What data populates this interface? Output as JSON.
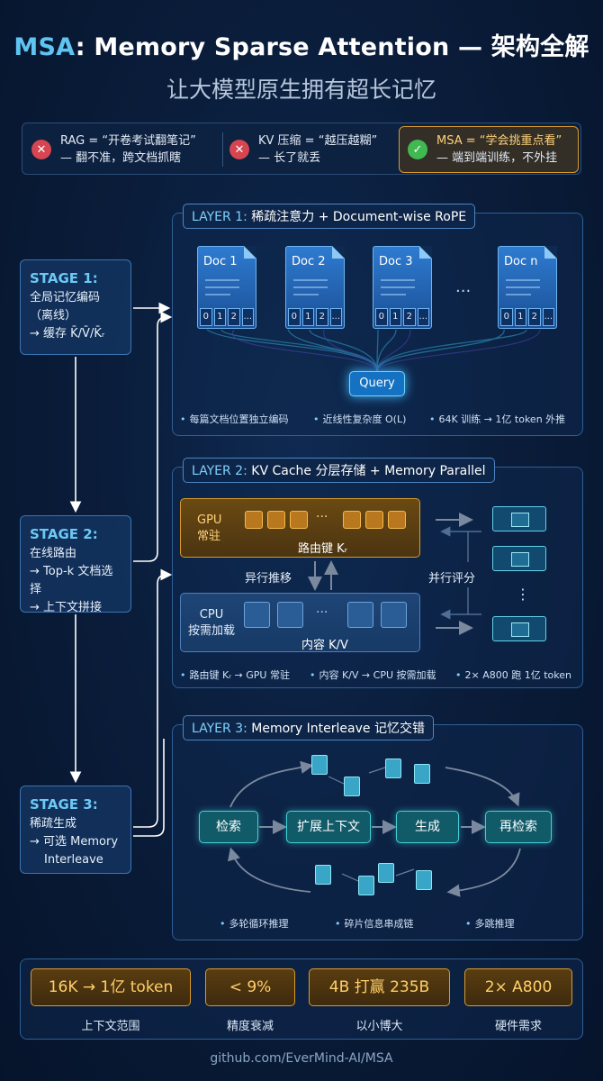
{
  "header": {
    "title_msa": "MSA",
    "title_rest": ": Memory Sparse Attention — 架构全解",
    "subtitle": "让大模型原生拥有超长记忆"
  },
  "comparison": [
    {
      "status": "bad",
      "line1": "RAG = “开卷考试翻笔记”",
      "line2": "— 翻不准，跨文档抓瞎"
    },
    {
      "status": "bad",
      "line1": "KV 压缩 = “越压越糊”",
      "line2": "— 长了就丢"
    },
    {
      "status": "good",
      "line1": "MSA = “学会挑重点看”",
      "line2": "— 端到端训练，不外挂"
    }
  ],
  "stages": [
    {
      "title": "STAGE 1:",
      "lines": [
        "全局记忆编码",
        "（离线）",
        "→ 缓存 K̄/V̄/K̄ᵣ"
      ]
    },
    {
      "title": "STAGE 2:",
      "lines": [
        "在线路由",
        "→ Top-k 文档选择",
        "→ 上下文拼接"
      ]
    },
    {
      "title": "STAGE 3:",
      "lines": [
        "稀疏生成",
        "→ 可选 Memory",
        "Interleave"
      ]
    }
  ],
  "layer1": {
    "tag_head": "LAYER 1:",
    "tag_body": "稀疏注意力 + Document-wise RoPE",
    "docs": [
      "Doc 1",
      "Doc 2",
      "Doc 3",
      "Doc n"
    ],
    "doc_positions": [
      "0",
      "1",
      "2",
      "..."
    ],
    "ellipsis": "...",
    "query": "Query",
    "notes": [
      "每篇文档位置独立编码",
      "近线性复杂度 O(L)",
      "64K 训练 → 1亿 token 外推"
    ]
  },
  "layer2": {
    "tag_head": "LAYER 2:",
    "tag_body": "KV Cache 分层存储 + Memory Parallel",
    "gpu_label": [
      "GPU",
      "常驻"
    ],
    "gpu_sub": "路由键 Kᵣ",
    "cpu_label": [
      "CPU",
      "按需加载"
    ],
    "cpu_sub": "内容 K/V",
    "cells_ellipsis": "···",
    "async_label": "异行推移",
    "parallel_label": "并行评分",
    "chips_ellipsis": "⋮",
    "notes": [
      "路由键 Kᵣ → GPU 常驻",
      "内容 K/V → CPU 按需加载",
      "2× A800 跑 1亿 token"
    ]
  },
  "layer3": {
    "tag_head": "LAYER 3:",
    "tag_body": "Memory Interleave 记忆交错",
    "steps": [
      "检索",
      "扩展上下文",
      "生成",
      "再检索"
    ],
    "notes": [
      "多轮循环推理",
      "碎片信息串成链",
      "多跳推理"
    ]
  },
  "stats": [
    {
      "value": "16K → 1亿 token",
      "caption": "上下文范围"
    },
    {
      "value": "< 9%",
      "caption": "精度衰减"
    },
    {
      "value": "4B 打赢 235B",
      "caption": "以小博大"
    },
    {
      "value": "2× A800",
      "caption": "硬件需求"
    }
  ],
  "footer": {
    "link": "github.com/EverMind-AI/MSA"
  },
  "colors": {
    "accent": "#5fc4f2",
    "gold": "#d99a2b",
    "teal": "#46d0d6",
    "bad": "#d64550",
    "good": "#3fb950"
  }
}
